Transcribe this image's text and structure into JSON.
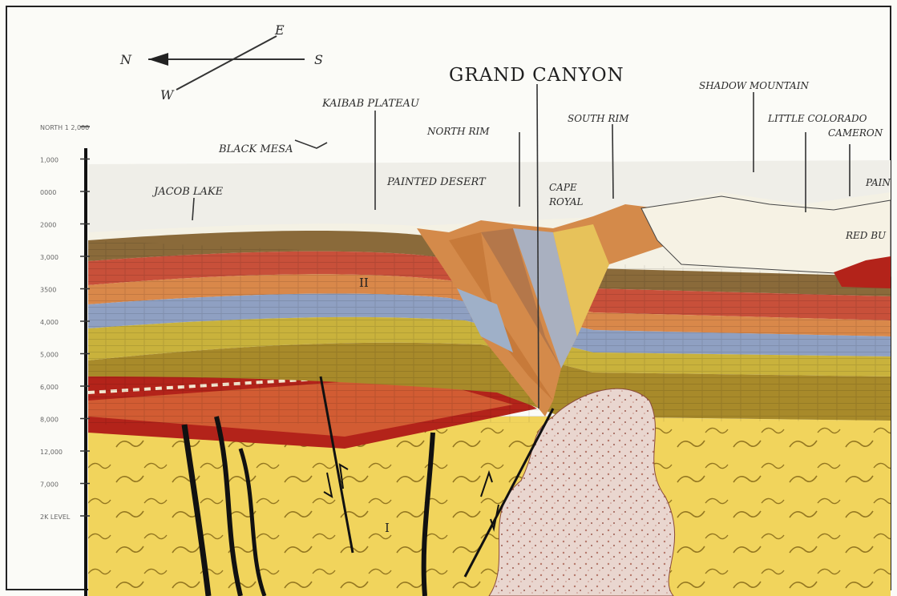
{
  "diagram": {
    "title": "GRAND CANYON",
    "compass": {
      "n": "N",
      "e": "E",
      "s": "S",
      "w": "W"
    },
    "labels": {
      "black_mesa": "BLACK MESA",
      "kaibab_plateau": "KAIBAB PLATEAU",
      "north_rim": "NORTH RIM",
      "south_rim": "SOUTH RIM",
      "shadow_mountain": "SHADOW MOUNTAIN",
      "little_colorado_1": "LITTLE COLORADO",
      "little_colorado_2": "CAMERON",
      "jacob_lake": "JACOB LAKE",
      "painted_desert": "PAINTED DESERT",
      "cape_royal_1": "CAPE",
      "cape_royal_2": "ROYAL",
      "paint_partial": "PAIN",
      "red_butte_partial": "RED BU",
      "roman_ii": "II",
      "roman_i": "I"
    },
    "scale_ticks": [
      "NORTH 1 2,000",
      "1,000",
      "0000",
      "2000",
      "3,000",
      "3500",
      "4,000",
      "5,000",
      "6,000",
      "8,000",
      "12,000",
      "7,000",
      "2K LEVEL"
    ]
  }
}
